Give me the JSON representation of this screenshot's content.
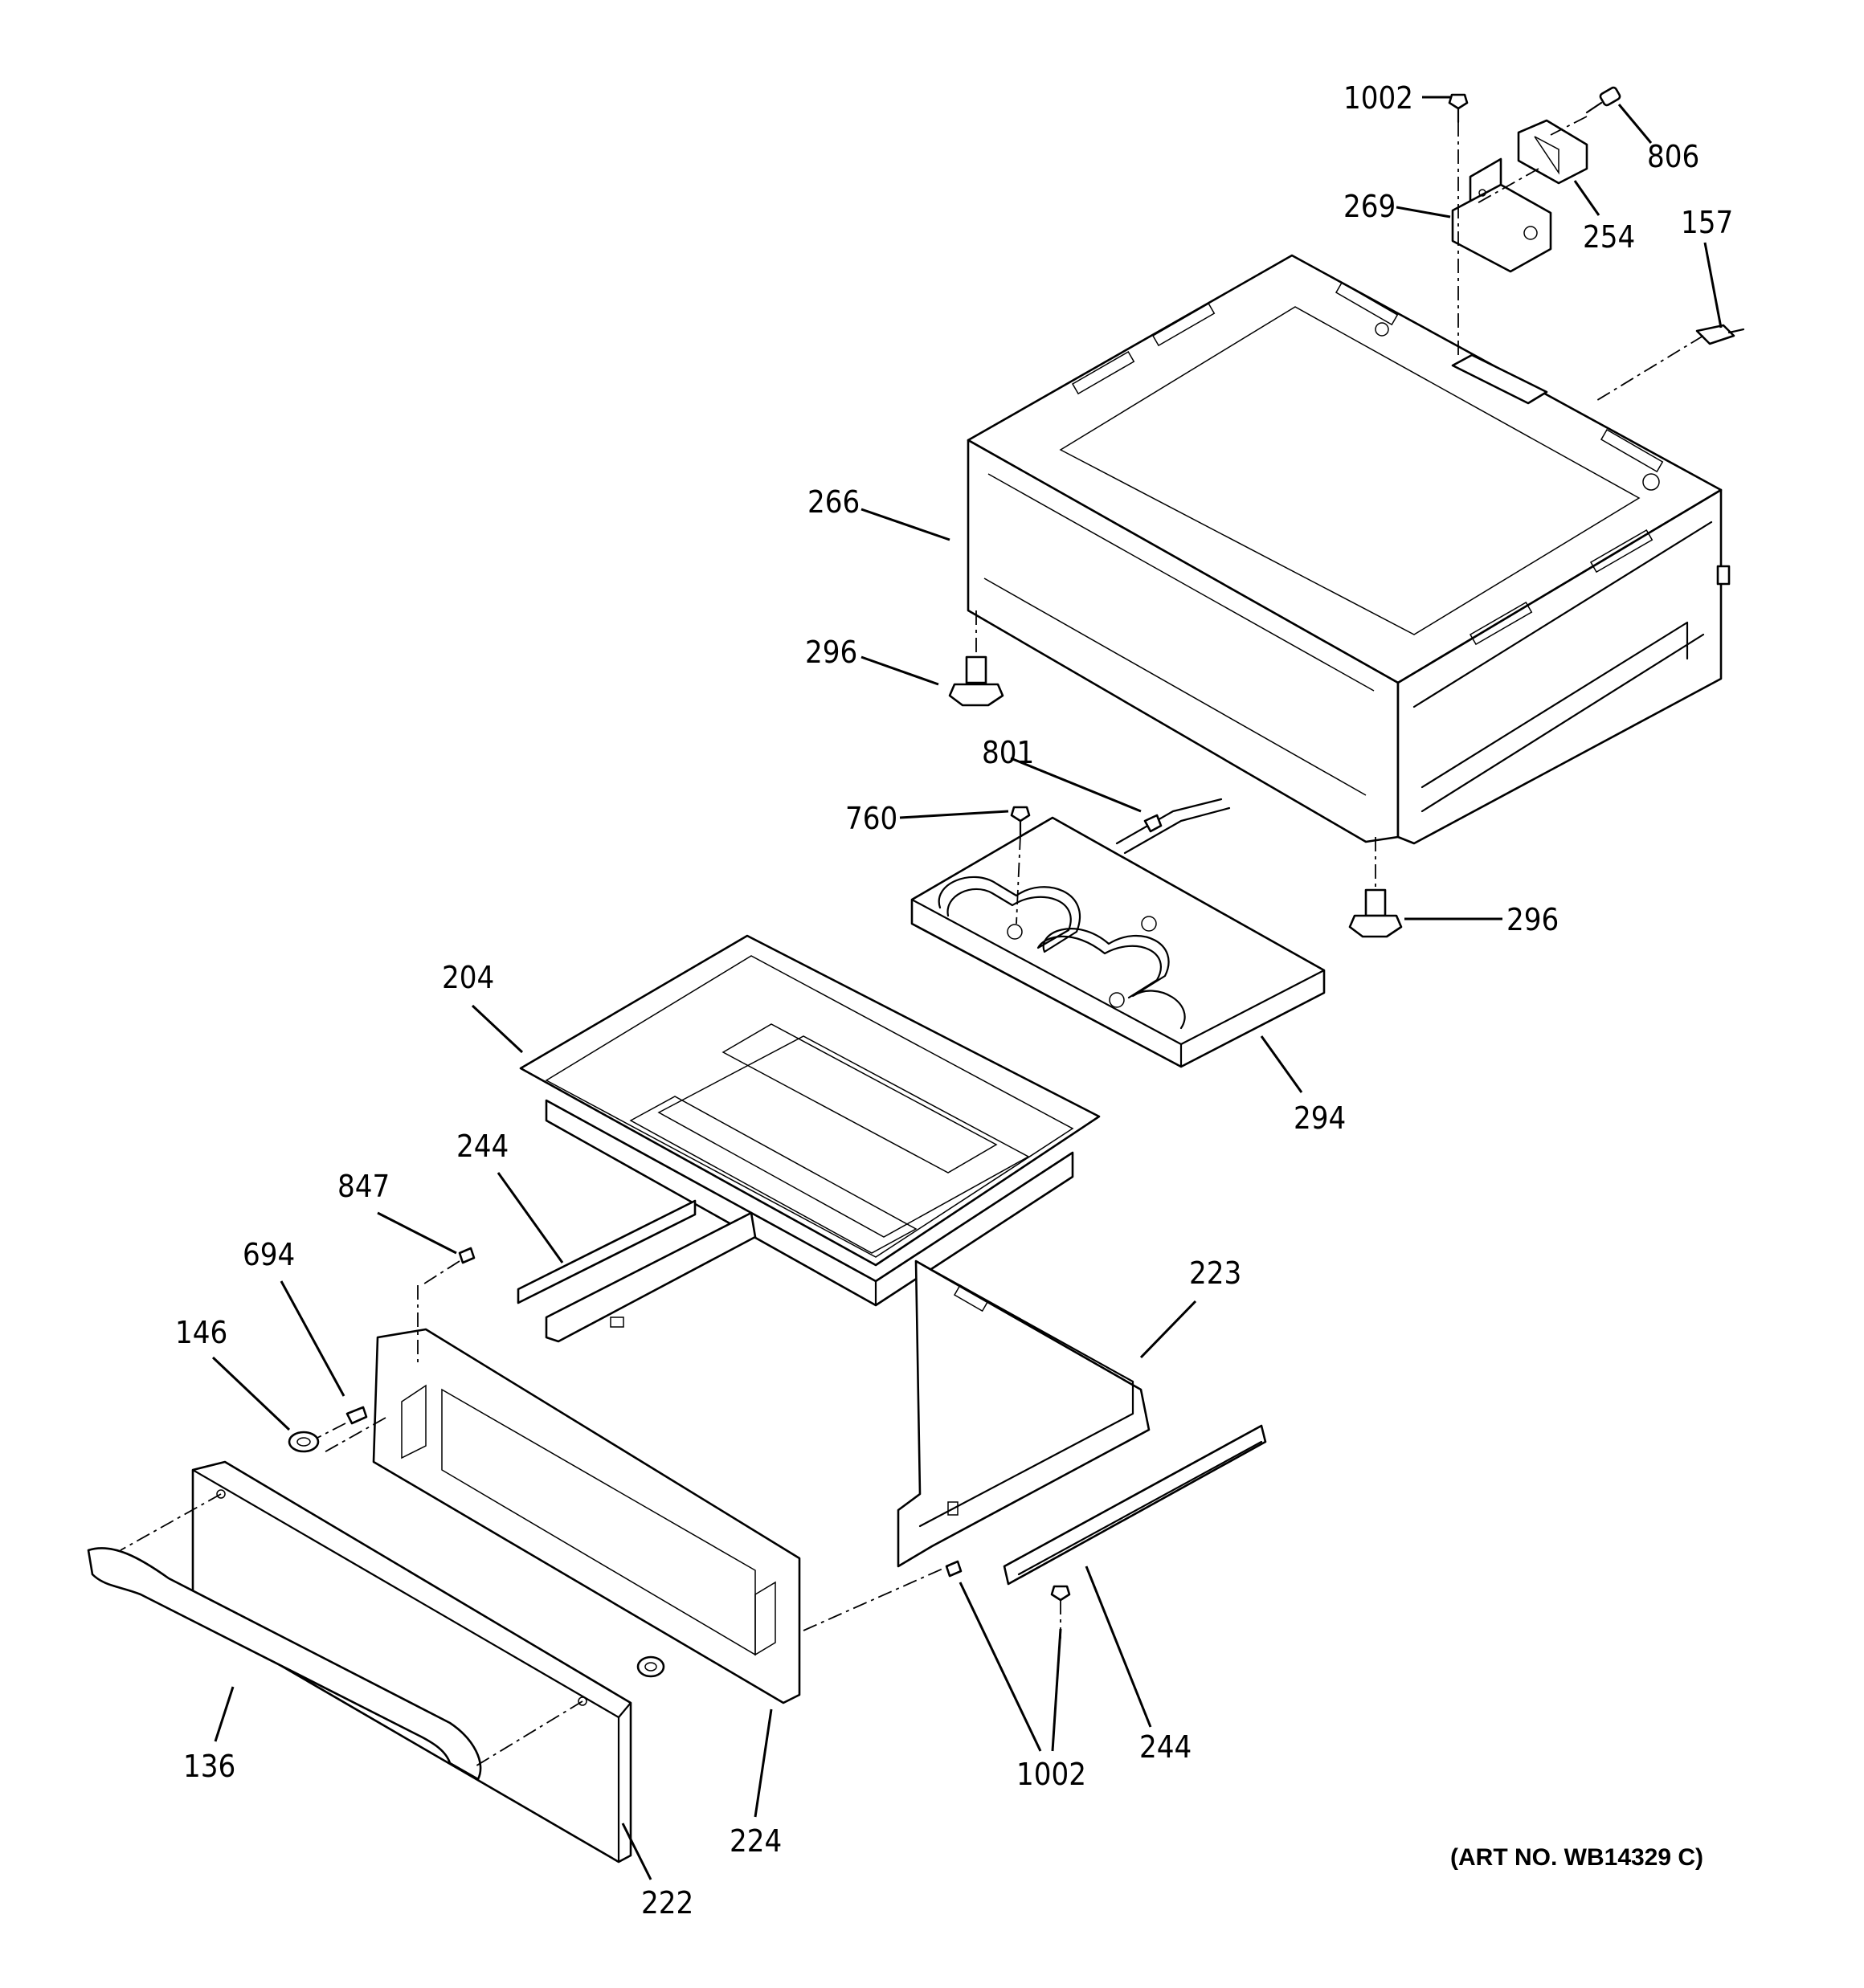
{
  "art_number": "(ART NO. WB14329 C)",
  "parts": {
    "p1002_top": "1002",
    "p806": "806",
    "p269": "269",
    "p254": "254",
    "p157": "157",
    "p266": "266",
    "p296_left": "296",
    "p296_right": "296",
    "p801": "801",
    "p760": "760",
    "p204": "204",
    "p294": "294",
    "p244_left": "244",
    "p847": "847",
    "p694": "694",
    "p223": "223",
    "p146": "146",
    "p136": "136",
    "p224": "224",
    "p222": "222",
    "p1002_bottom": "1002",
    "p244_right": "244"
  }
}
